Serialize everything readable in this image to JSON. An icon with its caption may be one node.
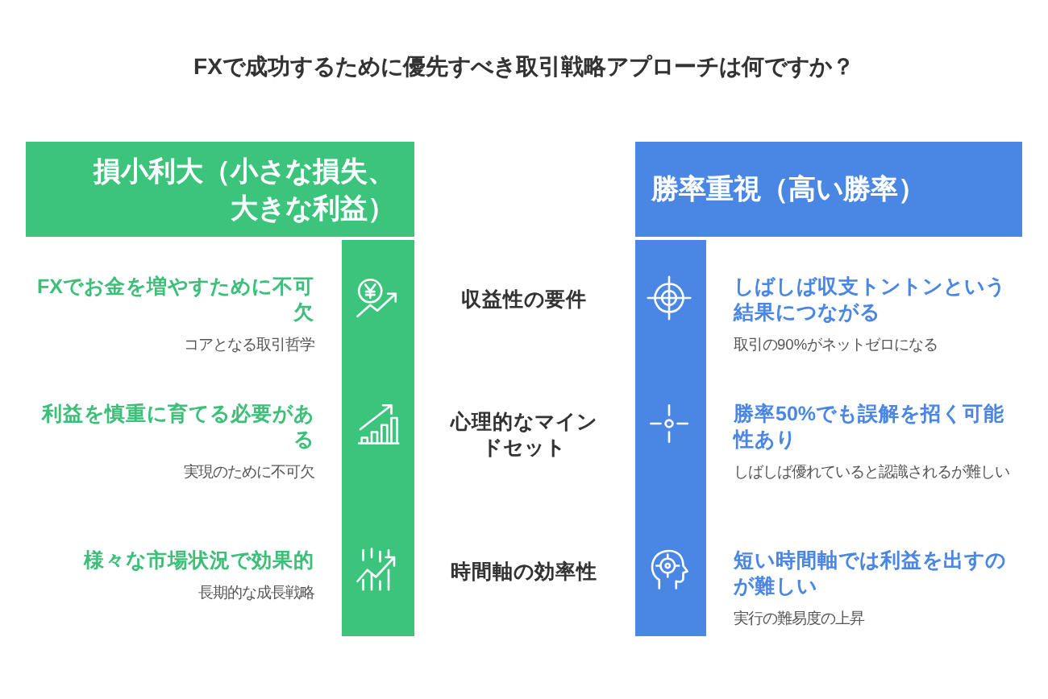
{
  "diagram": {
    "title": "FXで成功するために優先すべき取引戦略アプローチは何ですか？",
    "nodes": [
      {
        "text": [
          "損小利大（小さな損失、大きな利益）"
        ]
      },
      {
        "text": [
          "勝率重視（高い勝率）"
        ]
      }
    ],
    "labels": [
      "FXでお金を増やすために不可欠",
      "コアとなる取引哲学",
      "収益性の要件",
      "しばしば収支トントンという結果につながる",
      "取引の90%がネットゼロになる",
      "利益を慎重に育てる必要がある",
      "実現のために不可欠",
      "心理的なマインドセット",
      "勝率50%でも誤解を招く可能性あり",
      "しばしば優れていると認識されるが難しい",
      "様々な市場状況で効果的",
      "長期的な成長戦略",
      "時間軸の効率性",
      "短い時間軸では利益を出すのが難しい",
      "実行の難易度の上昇"
    ]
  }
}
